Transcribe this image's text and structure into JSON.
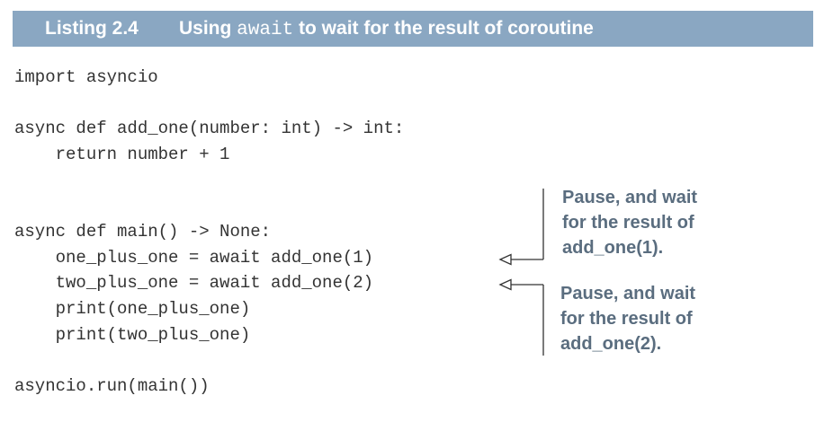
{
  "listing": {
    "number": "Listing 2.4",
    "title_before": "Using ",
    "title_code": "await",
    "title_after": " to wait for the result of coroutine"
  },
  "code_lines": [
    "import asyncio",
    "async def add_one(number: int) -> int:",
    "    return number + 1",
    "async def main() -> None:",
    "    one_plus_one = await add_one(1)",
    "    two_plus_one = await add_one(2)",
    "    print(one_plus_one)",
    "    print(two_plus_one)",
    "asyncio.run(main())"
  ],
  "annotations": [
    [
      "Pause, and wait",
      "for the result of",
      "add_one(1)."
    ],
    [
      "Pause, and wait",
      "for the result of",
      "add_one(2)."
    ]
  ]
}
